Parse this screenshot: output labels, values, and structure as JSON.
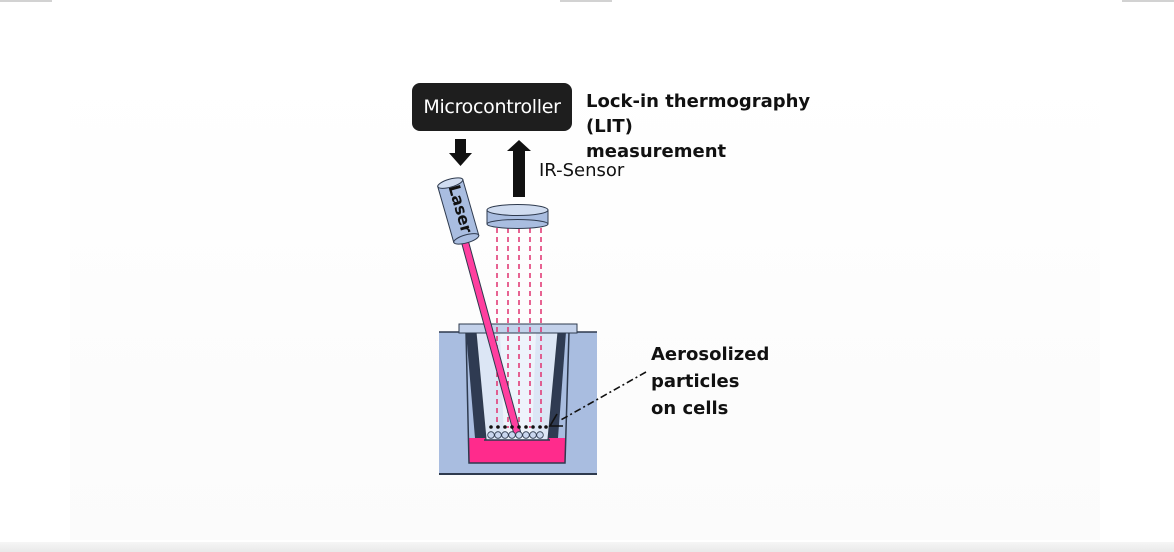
{
  "labels": {
    "microcontroller": "Microcontroller",
    "lit_measurement": "Lock-in thermography (LIT)\nmeasurement",
    "ir_sensor": "IR-Sensor",
    "laser": "Laser",
    "aerosolized": "Aerosolized\nparticles\non cells"
  },
  "colors": {
    "laser_beam": "#ff3f9f",
    "medium": "#ff2b8c",
    "ir_lines": "#e0306f",
    "insert_steel": "#b5c6e3",
    "device_blue": "#a9bde0",
    "outline": "#2e3a4e",
    "arrow": "#111111"
  }
}
